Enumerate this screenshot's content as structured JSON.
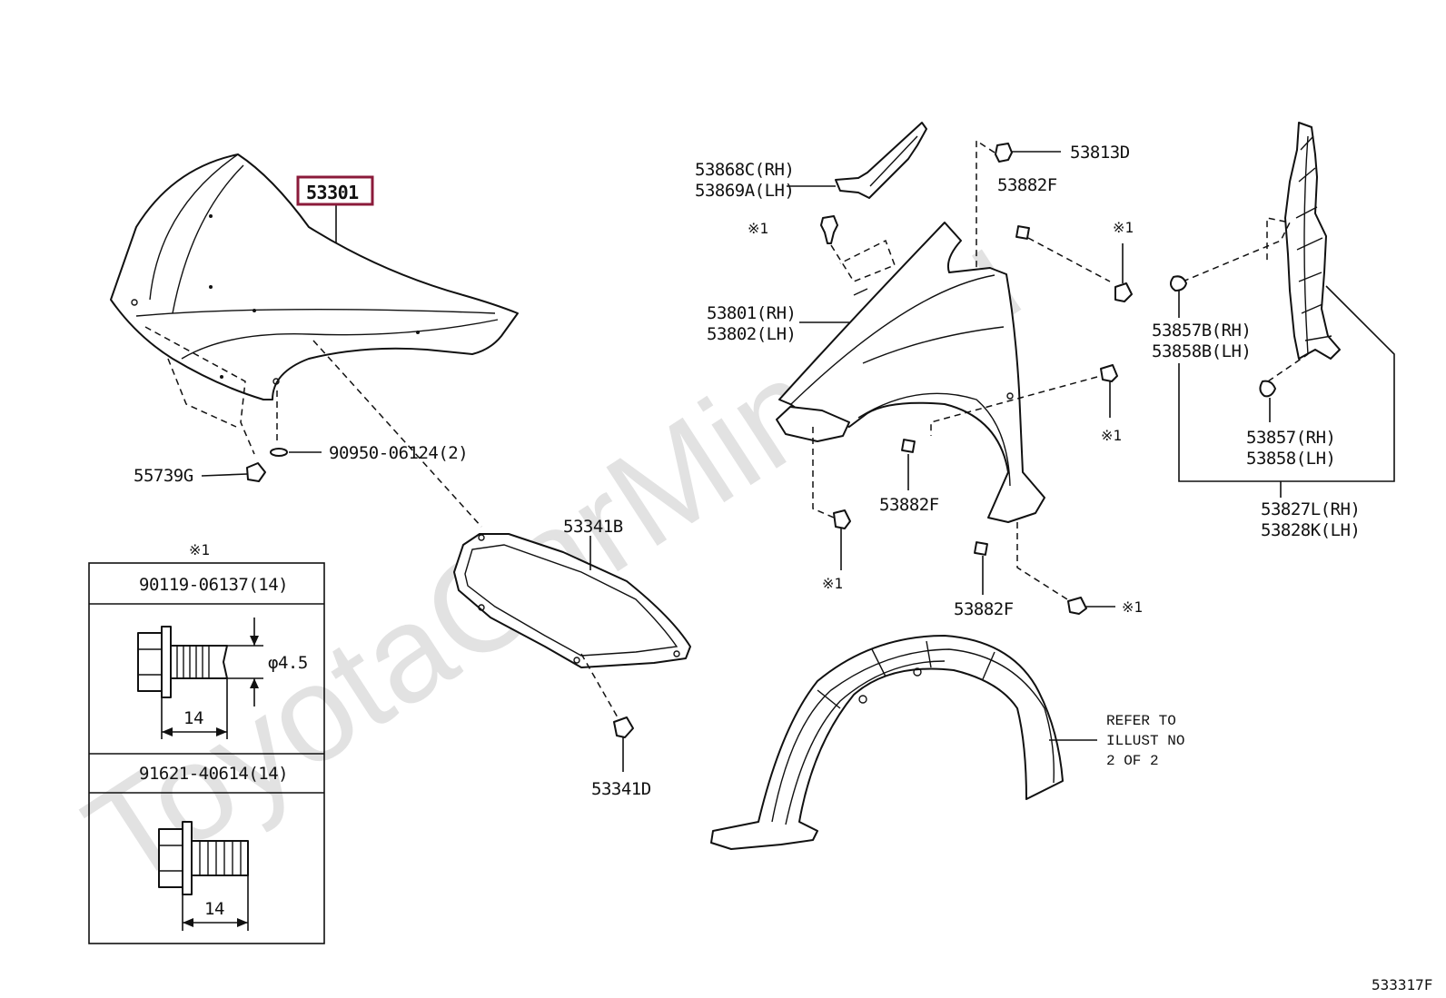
{
  "watermark": "ToyotaCarMine.ru",
  "diagram_id": "533317F",
  "note_symbol": "※1",
  "parts": {
    "hood": "53301",
    "hood_cushion": "55739G",
    "grommet": "90950-06124(2)",
    "hood_insulator": "53341B",
    "insulator_clip": "53341D",
    "fender_rh": "53801(RH)",
    "fender_lh": "53802(LH)",
    "fender_bracket_rh": "53868C(RH)",
    "fender_bracket_lh": "53869A(LH)",
    "fender_screw": "53813D",
    "nut_top": "53882F",
    "nut_mid": "53882F",
    "nut_bottom": "53882F",
    "seal_clip_upper_rh": "53857B(RH)",
    "seal_clip_upper_lh": "53858B(LH)",
    "seal_clip_lower_rh": "53857(RH)",
    "seal_clip_lower_lh": "53858(LH)",
    "seal_rh": "53827L(RH)",
    "seal_lh": "53828K(LH)"
  },
  "refer_note": [
    "REFER TO",
    "ILLUST NO",
    "2 OF 2"
  ],
  "fastener_table": {
    "header": "※1",
    "bolt1": {
      "part": "90119-06137(14)",
      "length": "14",
      "diameter": "φ4.5"
    },
    "bolt2": {
      "part": "91621-40614(14)",
      "length": "14"
    }
  }
}
